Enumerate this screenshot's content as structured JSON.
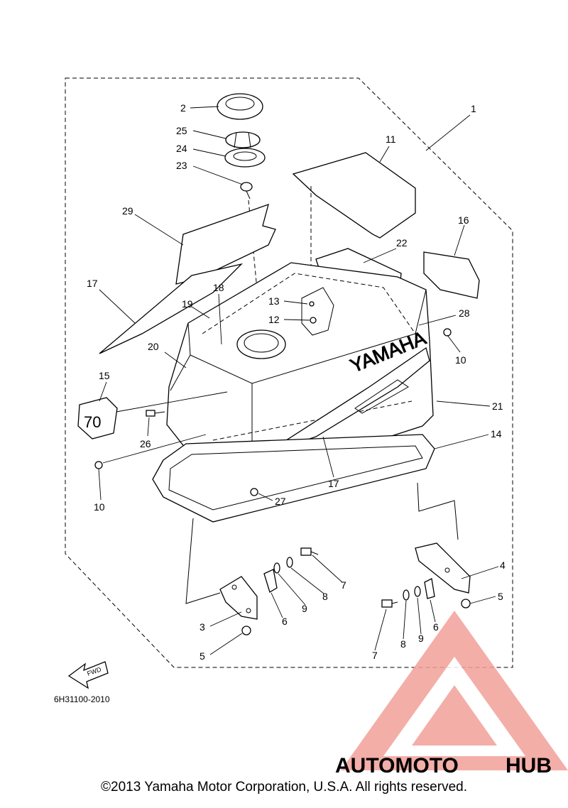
{
  "diagram_code": "6H31100-2010",
  "copyright": "©2013 Yamaha Motor Corporation, U.S.A. All rights reserved.",
  "brand_text": "YAMAHA",
  "emblem_text": "70",
  "fwd_label": "FWD",
  "watermark": {
    "part1": "AUTOMOTO",
    "part2": "HUB",
    "color_primary": "#f2a09a",
    "color_secondary": "#f6c98a",
    "color_dark": "#7a7a7a"
  },
  "callouts": [
    "1",
    "2",
    "25",
    "24",
    "23",
    "11",
    "29",
    "16",
    "22",
    "17",
    "18",
    "19",
    "13",
    "12",
    "28",
    "10",
    "20",
    "15",
    "21",
    "26",
    "14",
    "10",
    "17",
    "27",
    "4",
    "7",
    "8",
    "5",
    "9",
    "6",
    "3",
    "6",
    "9",
    "8",
    "7",
    "5"
  ]
}
